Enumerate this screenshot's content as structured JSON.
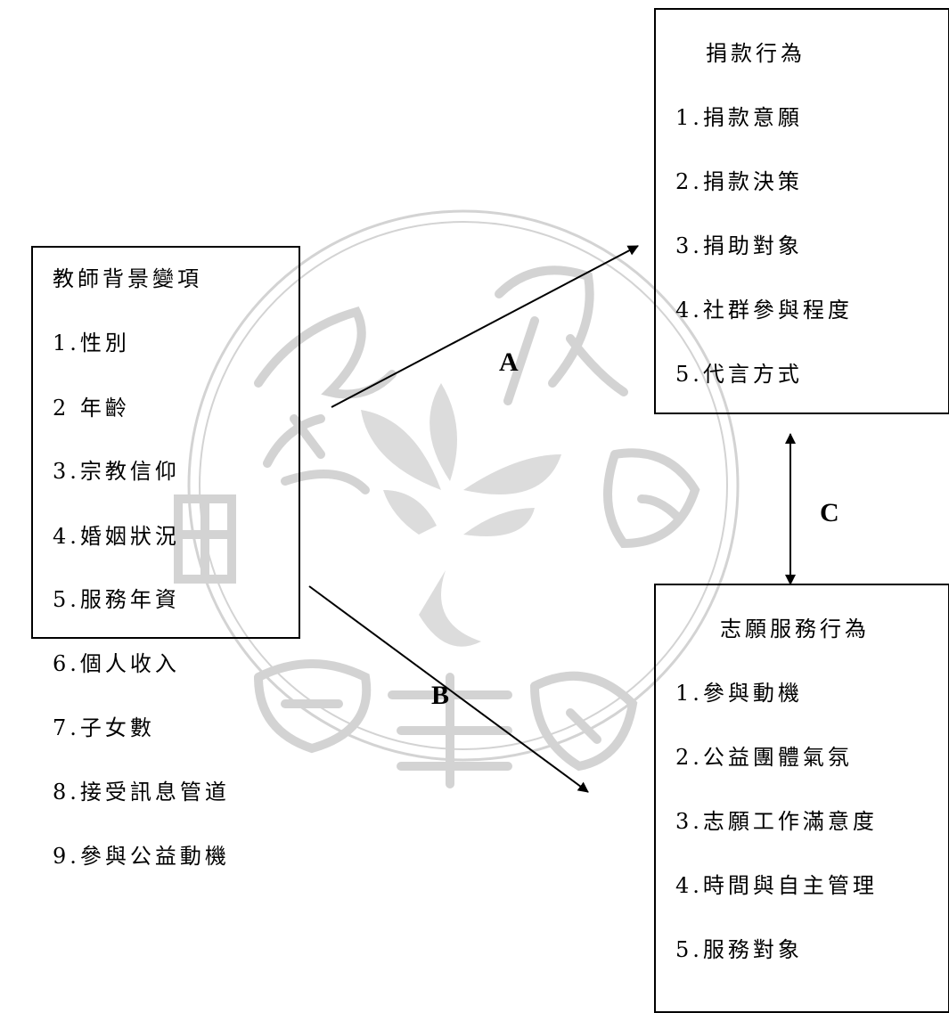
{
  "left_box": {
    "title": "教師背景變項",
    "items": [
      "1.性別",
      "2 年齡",
      "3.宗教信仰",
      "4.婚姻狀況",
      "5.服務年資",
      "6.個人收入",
      "7.子女數",
      "8.接受訊息管道",
      "9.參與公益動機"
    ]
  },
  "top_box": {
    "title": "捐款行為",
    "items": [
      "1.捐款意願",
      "2.捐款決策",
      "3.捐助對象",
      "4.社群參與程度",
      "5.代言方式"
    ]
  },
  "bottom_box": {
    "title": "志願服務行為",
    "items": [
      "1.參與動機",
      "2.公益團體氣氛",
      "3.志願工作滿意度",
      "4.時間與自主管理",
      "5.服務對象"
    ]
  },
  "arrows": {
    "a_label": "A",
    "b_label": "B",
    "c_label": "C"
  },
  "colors": {
    "line": "#000000",
    "watermark": "#c8c8c8"
  }
}
